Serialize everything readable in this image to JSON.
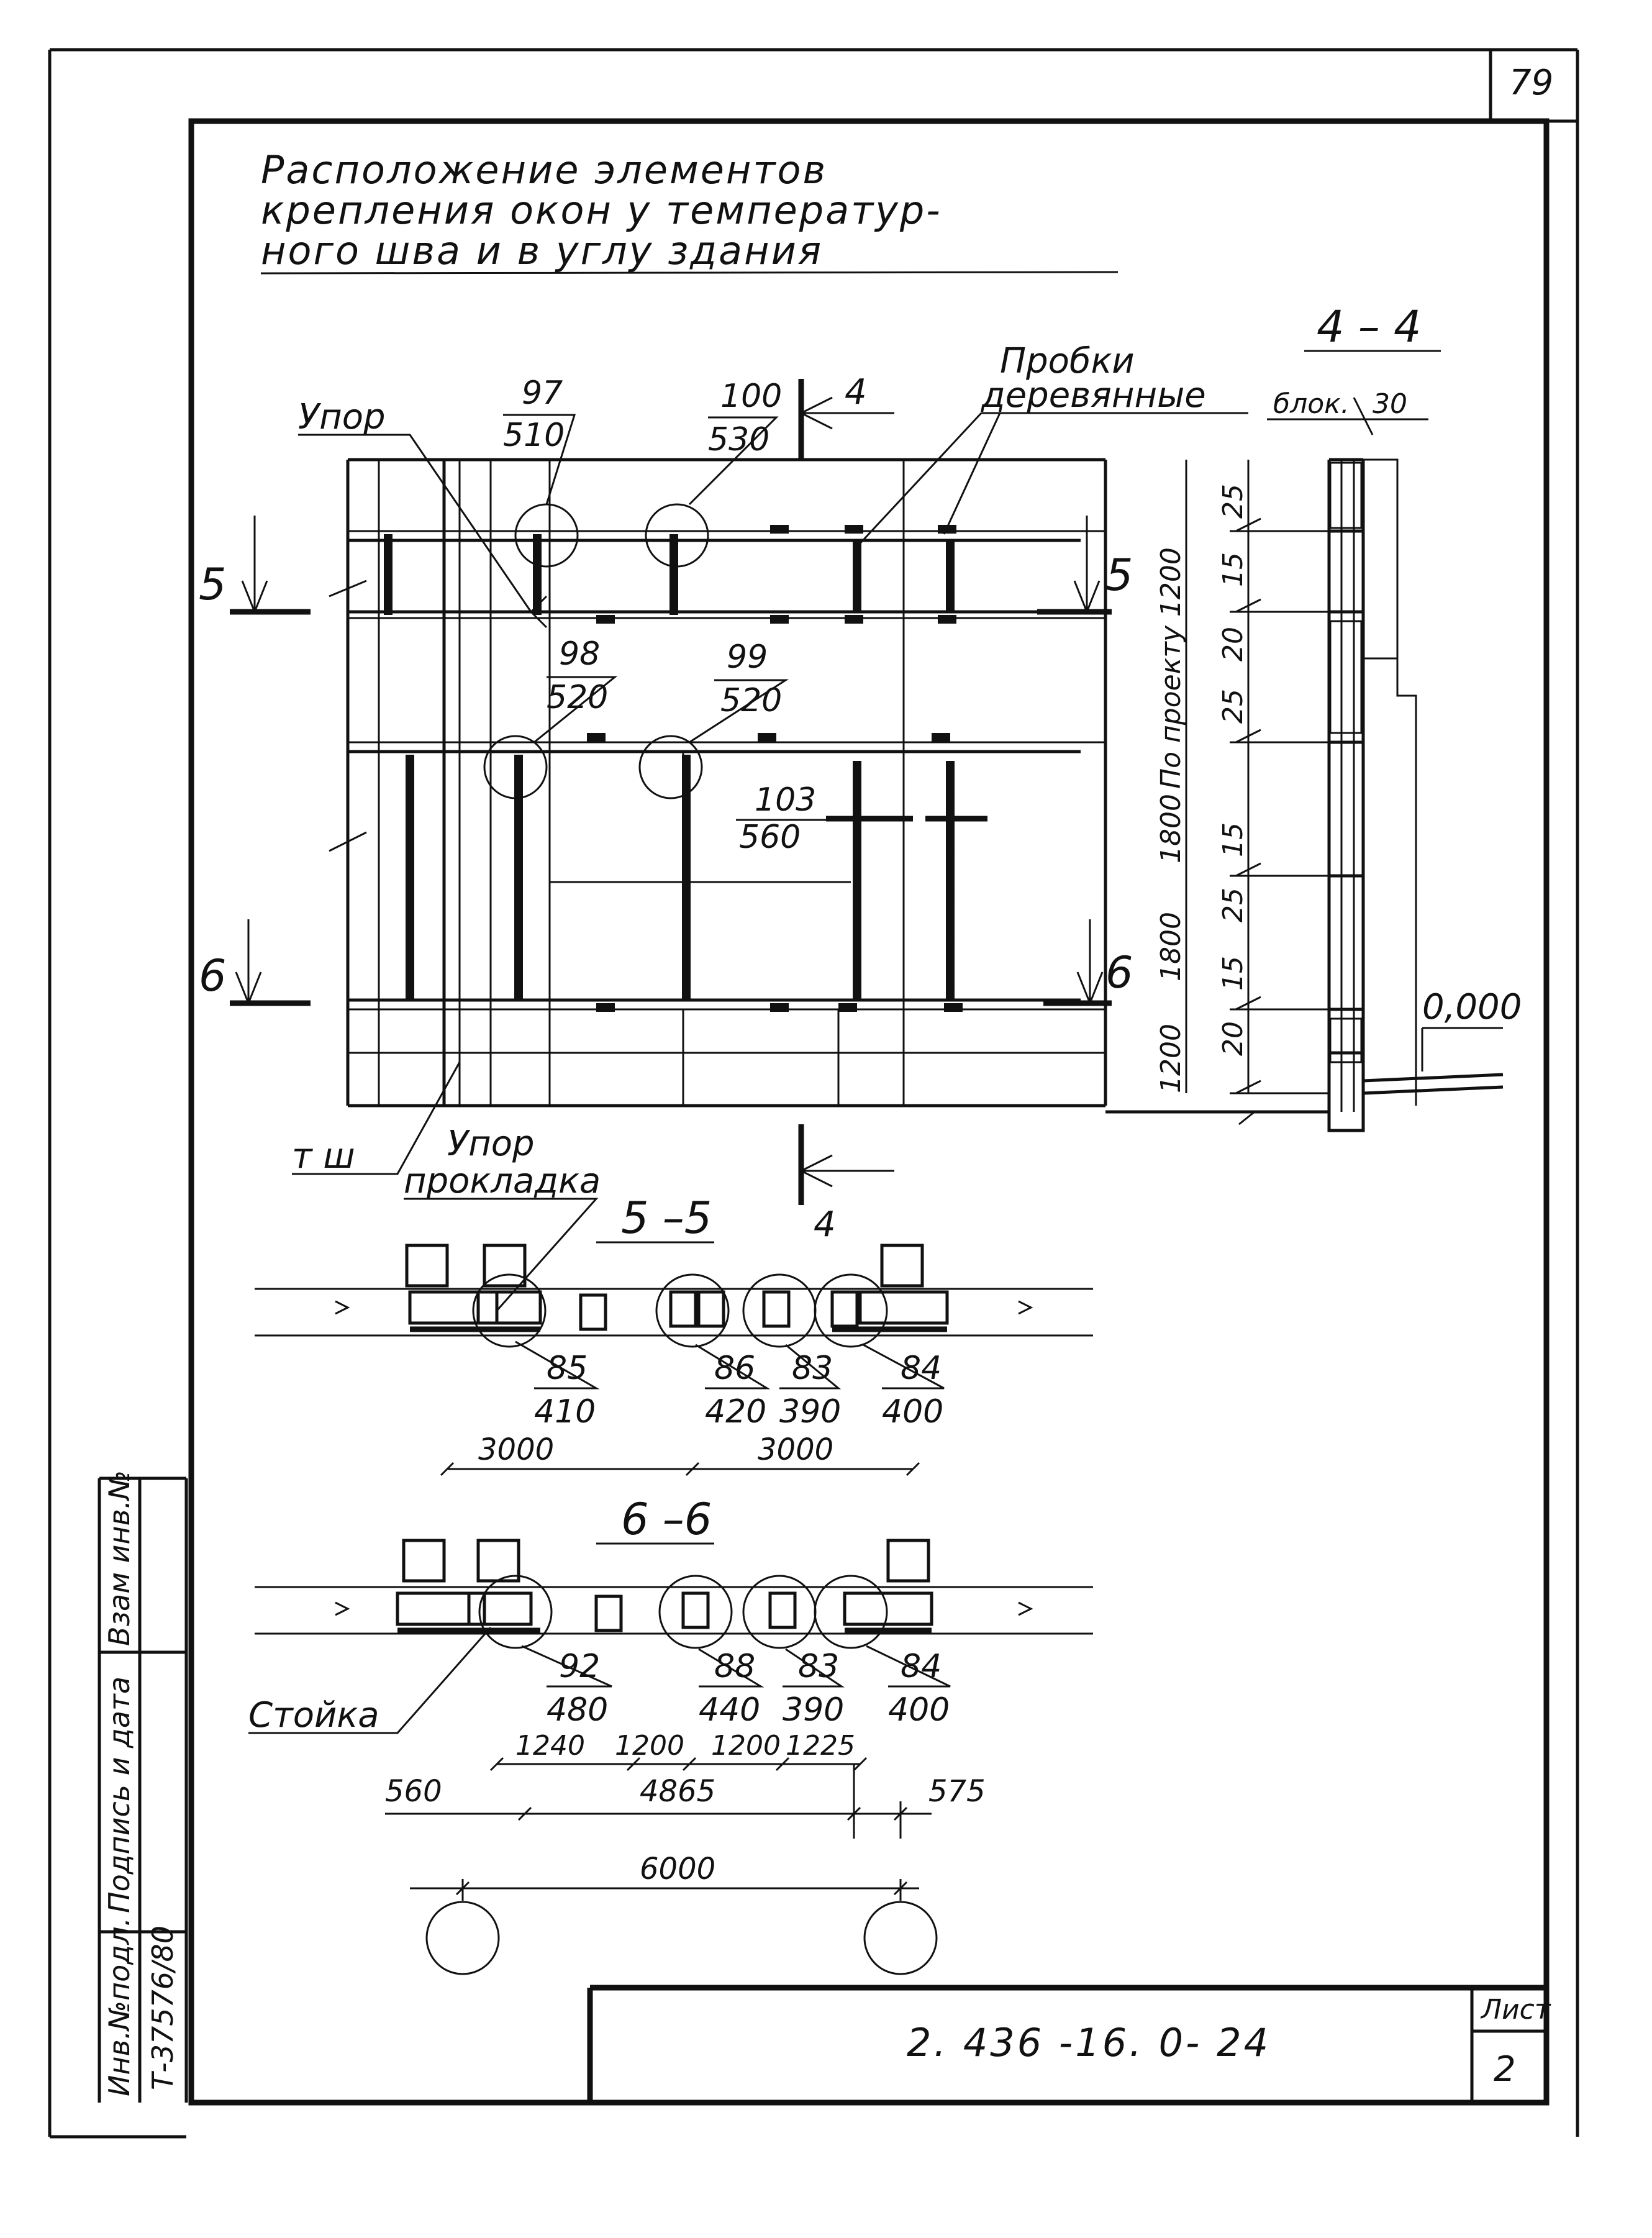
{
  "sheet": {
    "page_number": "79",
    "title_lines": [
      "Расположение    элементов",
      "крепления   окон  у температур-",
      "ного   шва и в углу здания"
    ]
  },
  "plan": {
    "upor_label": "Упор",
    "probki_line1": "Пробки",
    "probki_line2": "деревянные",
    "section_marks": {
      "s4": "4",
      "s5": "5",
      "s6": "6"
    },
    "tw_label": "т ш",
    "upor_prokladka_line1": "Упор",
    "upor_prokladka_line2": "прокладка",
    "callouts": [
      {
        "top": "97",
        "bottom": "510"
      },
      {
        "top": "100",
        "bottom": "530"
      },
      {
        "top": "98",
        "bottom": "520"
      },
      {
        "top": "99",
        "bottom": "520"
      },
      {
        "top": "103",
        "bottom": "560"
      }
    ]
  },
  "section_4_4": {
    "title": "4 – 4",
    "blok_label": "блок.",
    "blok_dim": "30",
    "vertical_dims": [
      "25",
      "15",
      "20",
      "25",
      "15",
      "25",
      "15",
      "20"
    ],
    "height_labels": [
      "По проекту 1200",
      "1800",
      "1800",
      "1200"
    ],
    "level": "0,000"
  },
  "section_5_5": {
    "title": "5 –5",
    "callouts": [
      {
        "top": "85",
        "bottom": "410"
      },
      {
        "top": "86",
        "bottom": "420"
      },
      {
        "top": "83",
        "bottom": "390"
      },
      {
        "top": "84",
        "bottom": "400"
      }
    ],
    "dims": [
      "3000",
      "3000"
    ]
  },
  "section_6_6": {
    "title": "6 –6",
    "stoika_label": "Стойка",
    "callouts": [
      {
        "top": "92",
        "bottom": "480"
      },
      {
        "top": "88",
        "bottom": "440"
      },
      {
        "top": "83",
        "bottom": "390"
      },
      {
        "top": "84",
        "bottom": "400"
      }
    ],
    "dims_row1": [
      "1240",
      "1200",
      "1200",
      "1225"
    ],
    "dims_row2": [
      "560",
      "4865",
      "575"
    ],
    "total_dim": "6000"
  },
  "stamp": {
    "inv_label": "Инв.№подл.",
    "inv_value": "Т-37576/80",
    "podpis_label": "Подпись и дата",
    "vzam_label": "Взам инв.№",
    "code": "2. 436 -16. 0- 24",
    "list_label": "Лист",
    "list_value": "2"
  }
}
